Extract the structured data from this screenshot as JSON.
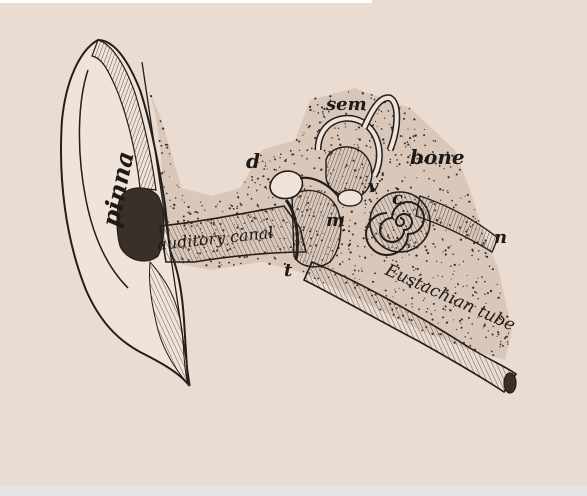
{
  "diagram": {
    "labels": {
      "pinna": "pinna",
      "auditory_canal": "auditory canal",
      "sem": "sem",
      "bone": "bone",
      "d": "d",
      "v": "v",
      "c": "c",
      "m": "m",
      "n": "n",
      "t": "t",
      "eustachian_tube": "Eustachian tube"
    }
  }
}
